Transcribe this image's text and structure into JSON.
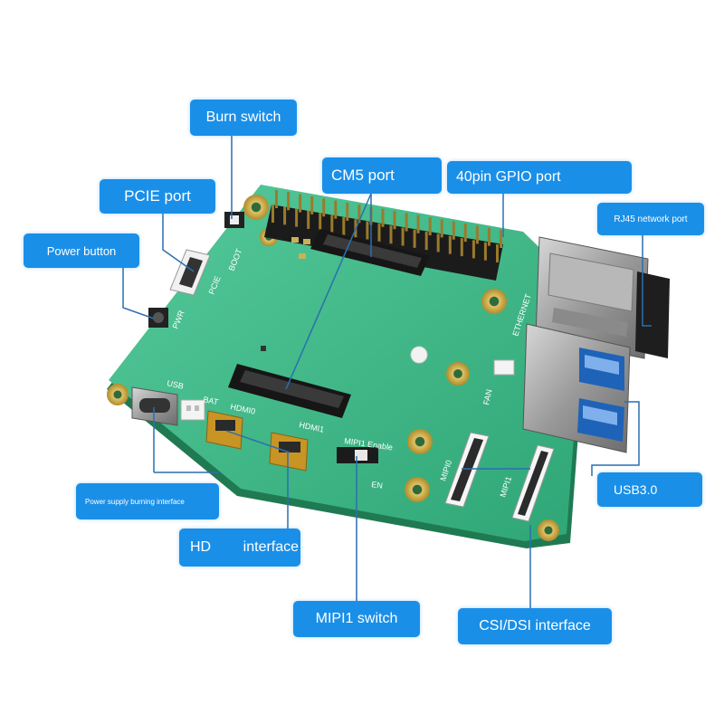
{
  "labels": {
    "burn_switch": "Burn switch",
    "cm5_port": "CM5 port",
    "gpio_port": "40pin GPIO port",
    "pcie_port": "PCIE port",
    "rj45_port": "RJ45 network port",
    "power_button": "Power button",
    "power_supply_burning": "Power supply burning interface",
    "usb3": "USB3.0",
    "hdmi_interface": "HD        interface",
    "mipi1_switch": "MIPI1 switch",
    "csi_dsi_interface": "CSI/DSI interface"
  },
  "silkscreen": {
    "hdmi0": "HDMI0",
    "hdmi1": "HDMI1",
    "bat": "BAT",
    "usb": "USB",
    "fan": "FAN",
    "mipi0": "MIPI0",
    "mipi1": "MIPI1",
    "mipi1_enable": "MIPI1 Enable",
    "en": "EN",
    "pwr": "PWR",
    "boot": "BOOT",
    "pcie": "PCIE",
    "ethernet": "ETHERNET"
  },
  "colors": {
    "label_bg": "#1a8fe8",
    "label_text": "#ffffff",
    "pcb": "#3cb98a",
    "leader_line": "#2a6fb0"
  }
}
